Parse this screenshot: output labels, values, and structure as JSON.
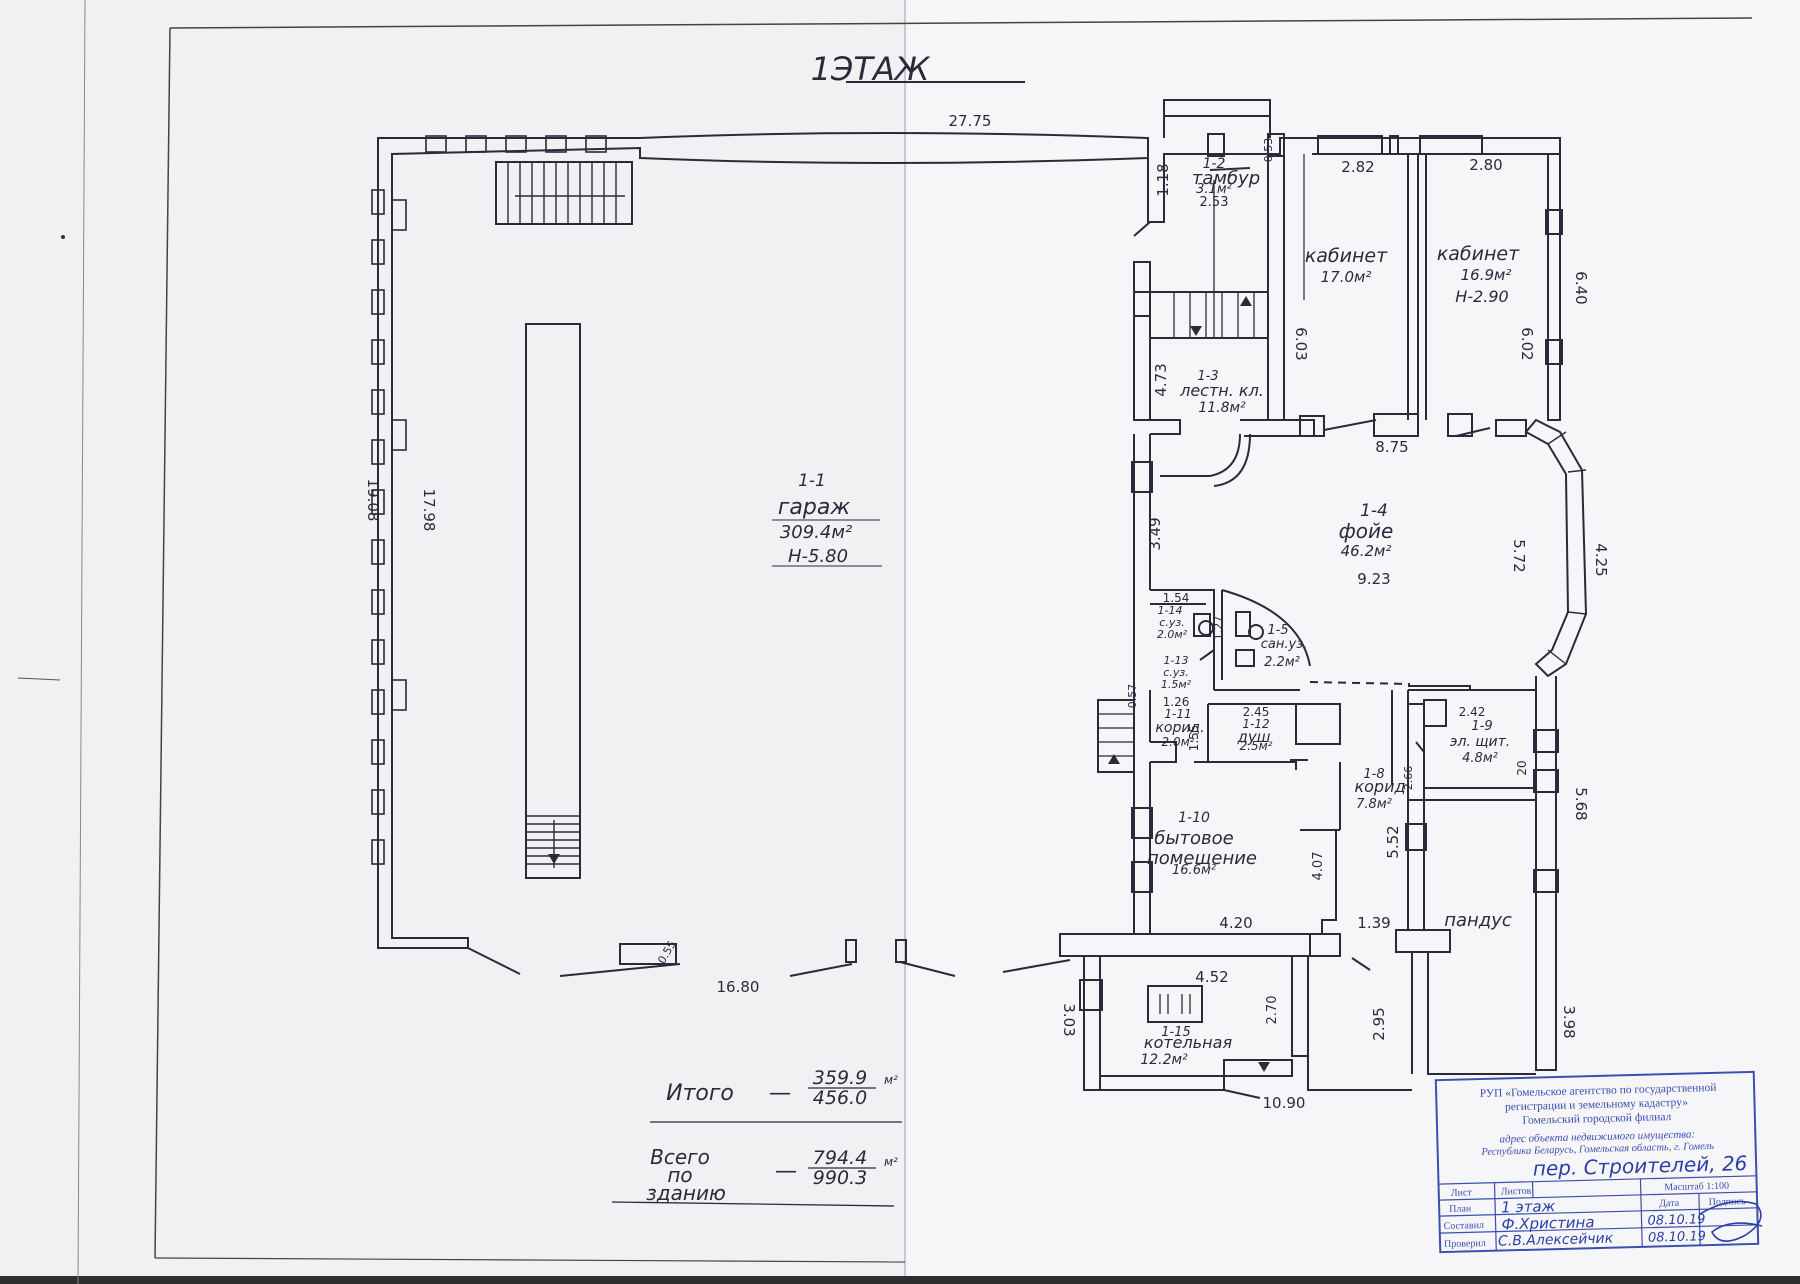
{
  "title": "1ЭТАЖ",
  "dimensions": {
    "top_total": "27.75",
    "bottom_left": "16.80",
    "bottom_right": "10.90",
    "left_outer": "19.08",
    "left_inner": "17.98",
    "tambur_w": "1.18",
    "tambur_s": "2.53",
    "tambur_door": "0.53",
    "cab1_w": "2.82",
    "cab2_w": "2.80",
    "cab1_h": "6.03",
    "cab2_h": "6.02",
    "right_upper": "6.40",
    "stair_h": "4.73",
    "foyer_w": "8.75",
    "foyer_depth": "9.23",
    "foyer_h": "3.49",
    "foyer_right": "5.72",
    "right_mid": "4.25",
    "san_w": "1.54",
    "san_h": "1.27",
    "d057": "0.57",
    "d126": "1.26",
    "d155": "1.55",
    "shower_w": "2.45",
    "shield_w": "2.42",
    "d20": "20",
    "d266": "2.66",
    "right_lower": "5.68",
    "d552": "5.52",
    "byt_h": "4.07",
    "byt_w": "4.20",
    "d139": "1.39",
    "boiler_w": "4.52",
    "boiler_left": "3.03",
    "boiler_right": "2.70",
    "d295": "2.95",
    "d398": "3.98",
    "col_w": "0.55"
  },
  "rooms": {
    "garage": {
      "num": "1-1",
      "name": "гараж",
      "area": "309.4м²",
      "height": "Н-5.80"
    },
    "tambur": {
      "num": "1-2",
      "name": "тамбур",
      "area": "3.1м²"
    },
    "stair": {
      "num": "1-3",
      "name": "лестн. кл.",
      "area": "11.8м²"
    },
    "cab1": {
      "name": "кабинет",
      "area": "17.0м²"
    },
    "cab2": {
      "name": "кабинет",
      "area": "16.9м²",
      "height": "Н-2.90"
    },
    "foyer": {
      "num": "1-4",
      "name": "фойе",
      "area": "46.2м²"
    },
    "wc14": {
      "num": "1-14",
      "name": "с.уз.",
      "area": "2.0м²"
    },
    "wc13": {
      "num": "1-13",
      "name": "с.уз.",
      "area": "1.5м²"
    },
    "wc5": {
      "num": "1-5",
      "name": "сан.уз.",
      "area": "2.2м²"
    },
    "corr11": {
      "num": "1-11",
      "name": "корид.",
      "area": "2.0м²"
    },
    "shower": {
      "num": "1-12",
      "name": "душ",
      "area": "2.5м²"
    },
    "shield": {
      "num": "1-9",
      "name": "эл. щит.",
      "area": "4.8м²"
    },
    "corr8": {
      "num": "1-8",
      "name": "корид",
      "area": "7.8м²"
    },
    "byt": {
      "num": "1-10",
      "name1": "бытовое",
      "name2": "помещение",
      "area": "16.6м²"
    },
    "ramp": {
      "name": "пандус"
    },
    "boiler": {
      "num": "1-15",
      "name": "котельная",
      "area": "12.2м²"
    }
  },
  "totals": {
    "itogo_label": "Итого",
    "itogo_num": "359.9",
    "itogo_den": "456.0",
    "unit": "м²",
    "vsego_l1": "Всего",
    "vsego_l2": "по",
    "vsego_l3": "зданию",
    "vsego_num": "794.4",
    "vsego_den": "990.3",
    "dash": "—"
  },
  "stamp": {
    "org1": "РУП «Гомельское агентство по государственной",
    "org2": "регистрации и земельному кадастру»",
    "org3": "Гомельский городской филиал",
    "addr_label": "адрес объекта недвижимого имущества:",
    "addr_region": "Республика Беларусь, Гомельская область, г. Гомель",
    "street": "пер. Строителей, 26",
    "col_list": "Лист",
    "col_listov": "Листов",
    "col_scale": "Масштаб 1:100",
    "col_date": "Дата",
    "col_sign": "Подпись",
    "row_plan": "План",
    "plan_value": "1 этаж",
    "row_composed": "Составил",
    "composed_value": "Ф.Христина",
    "composed_date": "08.10.19",
    "row_checked": "Проверил",
    "checked_value": "С.В.Алексейчик",
    "checked_date": "08.10.19"
  },
  "colors": {
    "paper": "#f4f4f6",
    "ink": "#2a2a3a",
    "stamp": "#3a4fb0"
  }
}
